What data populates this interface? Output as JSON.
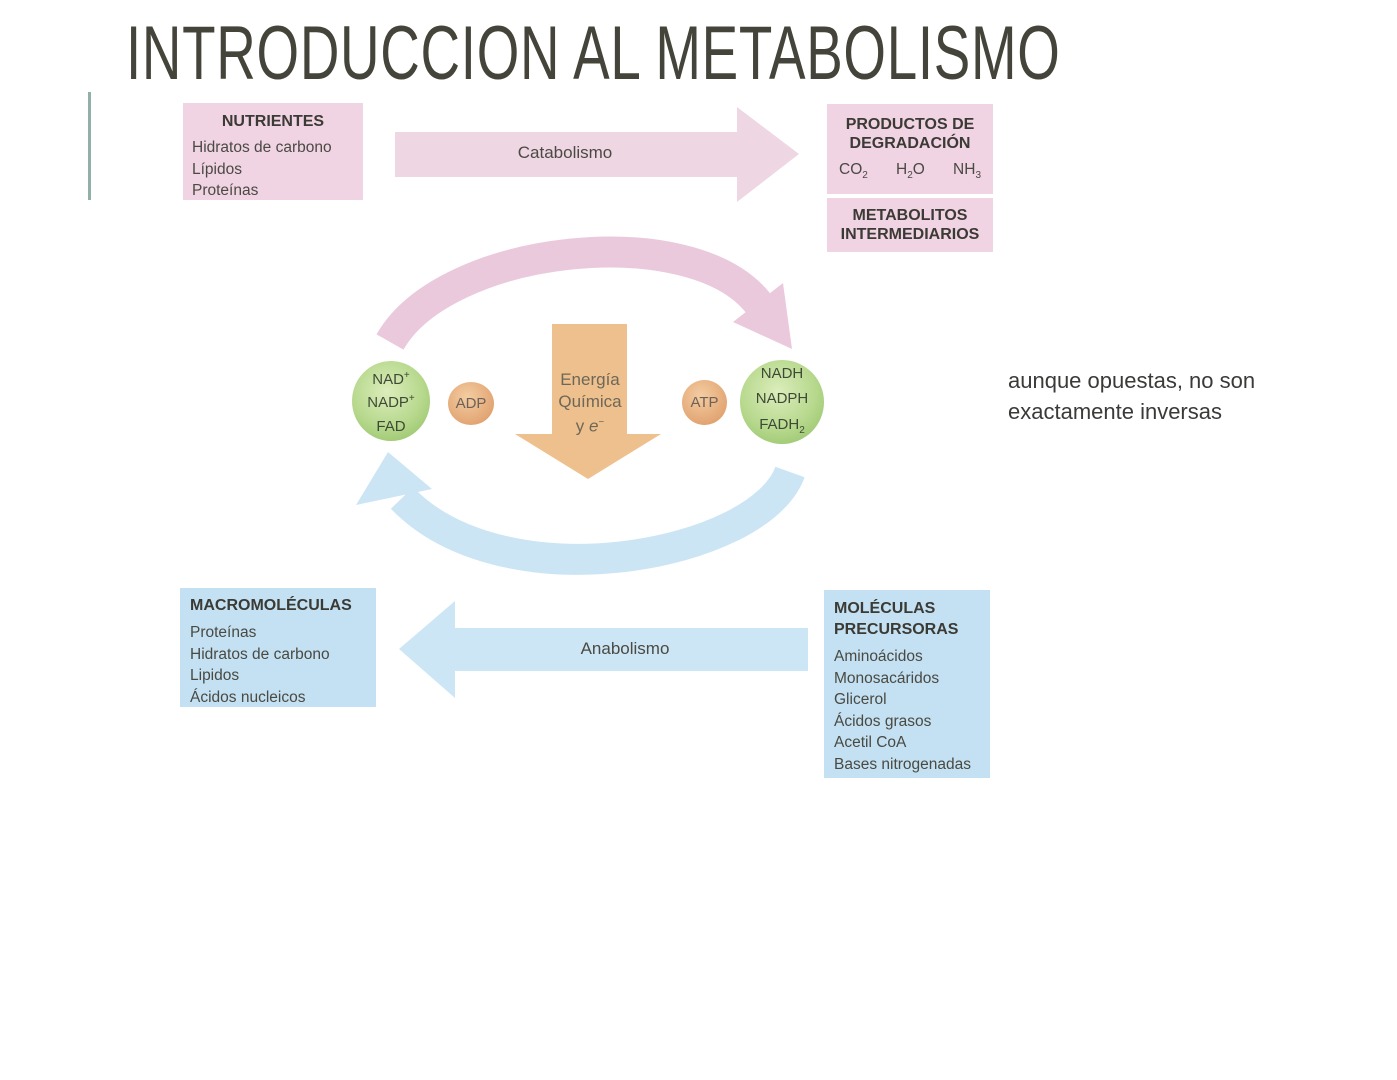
{
  "slide": {
    "title": "INTRODUCCION AL METABOLISMO",
    "annotation_line1": "aunque opuestas, no son",
    "annotation_line2": "exactamente inversas"
  },
  "diagram": {
    "nutrientes": {
      "title": "NUTRIENTES",
      "items": [
        "Hidratos de carbono",
        "Lípidos",
        "Proteínas"
      ]
    },
    "catabolismo_label": "Catabolismo",
    "anabolismo_label": "Anabolismo",
    "productos": {
      "title_line1": "PRODUCTOS DE",
      "title_line2": "DEGRADACIÓN",
      "formulas": [
        {
          "base": "CO",
          "sub": "2"
        },
        {
          "base": "H",
          "sub": "2",
          "post": "O"
        },
        {
          "base": "NH",
          "sub": "3"
        }
      ]
    },
    "metabolitos": {
      "title_line1": "METABOLITOS",
      "title_line2": "INTERMEDIARIOS"
    },
    "coenzymes_oxidized": [
      {
        "base": "NAD",
        "sup": "+"
      },
      {
        "base": "NADP",
        "sup": "+"
      },
      {
        "base": "FAD",
        "sup": ""
      }
    ],
    "coenzymes_reduced": [
      {
        "base": "NADH",
        "sub": ""
      },
      {
        "base": "NADPH",
        "sub": ""
      },
      {
        "base": "FADH",
        "sub": "2"
      }
    ],
    "adp_label": "ADP",
    "atp_label": "ATP",
    "energy": {
      "line1": "Energía",
      "line2": "Química",
      "line3_pre": "y ",
      "line3_e": "e",
      "line3_sup": "−"
    },
    "macromoleculas": {
      "title": "MACROMOLÉCULAS",
      "items": [
        "Proteínas",
        "Hidratos de carbono",
        "Lipidos",
        "Ácidos nucleicos"
      ]
    },
    "moleculas": {
      "title_line1": "MOLÉCULAS",
      "title_line2": "PRECURSORAS",
      "items": [
        "Aminoácidos",
        "Monosacáridos",
        "Glicerol",
        "Ácidos grasos",
        "Acetil CoA",
        "Bases nitrogenadas"
      ]
    }
  },
  "colors": {
    "title_text": "#45443a",
    "pink_box": "#f0d4e3",
    "pink_arrow": "#efd6e3",
    "pink_curve": "#ebc9dc",
    "blue_box": "#c3e1f2",
    "blue_arrow": "#cde6f5",
    "blue_curve": "#cbe5f5",
    "orange_arrow": "#eec08d",
    "orange_circle": "#e3a674",
    "green_circle": "#b6d88c",
    "accent_line": "#93afa9"
  }
}
